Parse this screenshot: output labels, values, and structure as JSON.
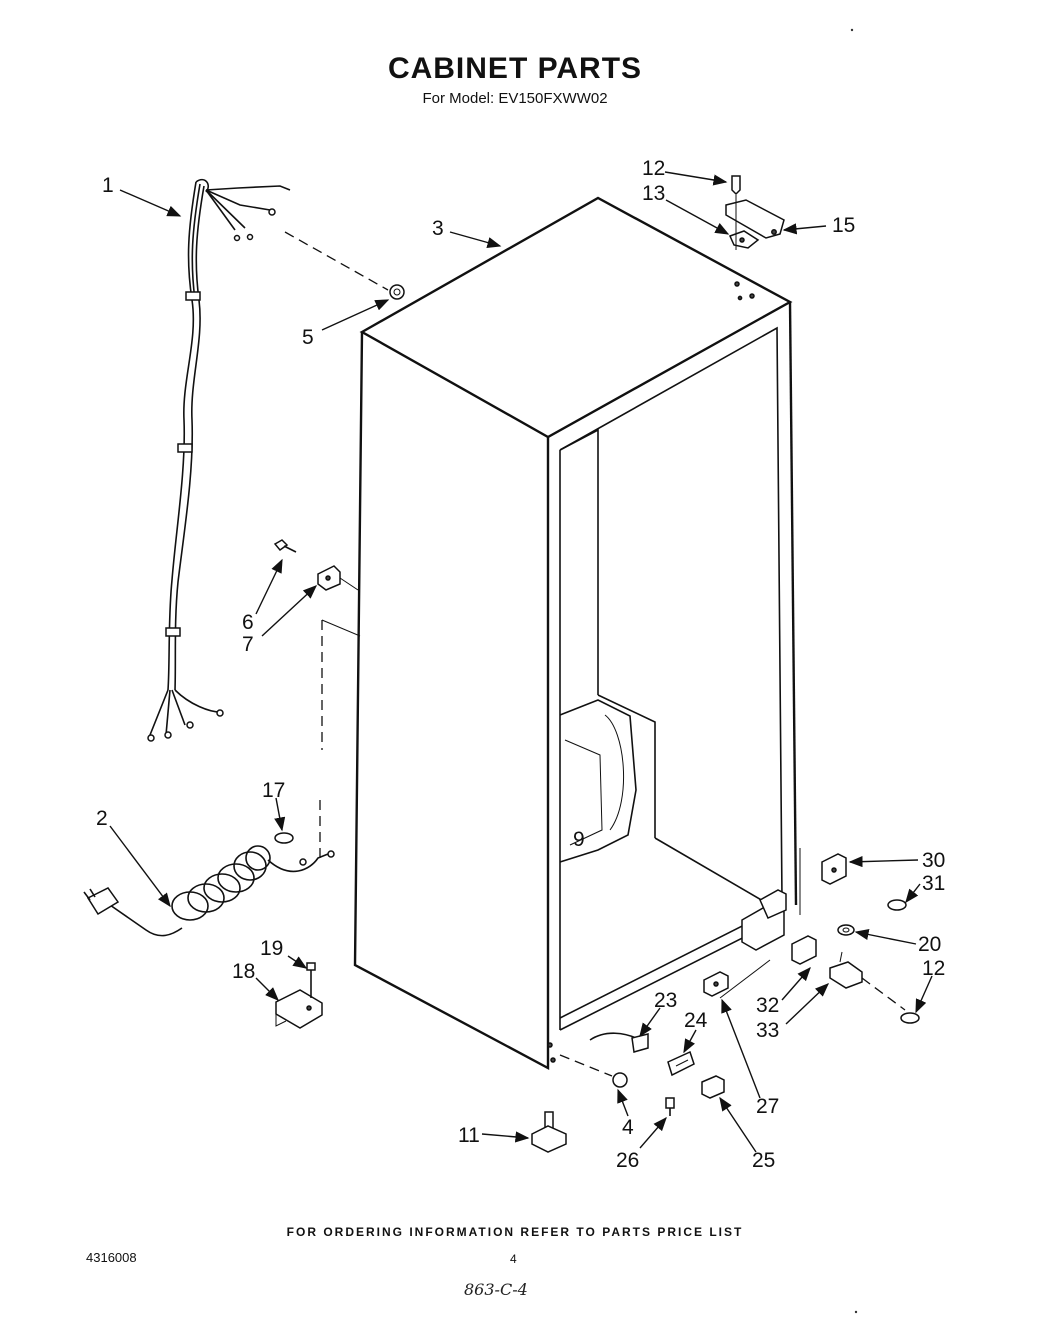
{
  "header": {
    "title": "CABINET PARTS",
    "subtitle": "For Model: EV150FXWW02"
  },
  "callouts": {
    "c1": "1",
    "c2": "2",
    "c3": "3",
    "c4": "4",
    "c5": "5",
    "c6": "6",
    "c7": "7",
    "c9": "9",
    "c11": "11",
    "c12a": "12",
    "c12b": "12",
    "c13": "13",
    "c15": "15",
    "c17": "17",
    "c18": "18",
    "c19": "19",
    "c20": "20",
    "c23": "23",
    "c24": "24",
    "c25": "25",
    "c26": "26",
    "c27": "27",
    "c30": "30",
    "c31": "31",
    "c32": "32",
    "c33": "33"
  },
  "footer": {
    "note": "FOR ORDERING INFORMATION REFER TO PARTS PRICE LIST",
    "doc_number": "4316008",
    "page_number": "4",
    "handwritten": "863-C-4"
  }
}
